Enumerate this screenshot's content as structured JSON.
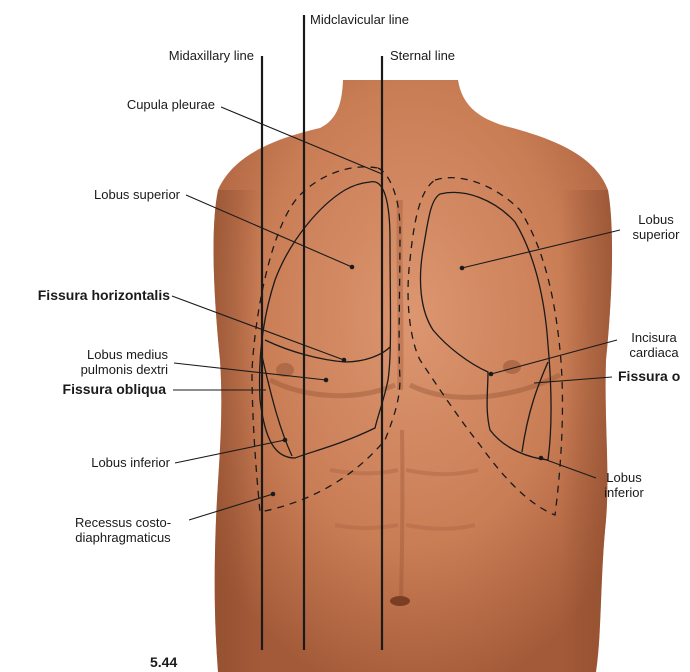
{
  "figure_number": "5.44",
  "reference_lines": {
    "midaxillary": "Midaxillary line",
    "midclavicular": "Midclavicular line",
    "sternal": "Sternal line"
  },
  "labels_left": {
    "cupula_pleurae": "Cupula pleurae",
    "lobus_superior": "Lobus superior",
    "fissura_horizontalis": "Fissura horizontalis",
    "lobus_medius_line1": "Lobus medius",
    "lobus_medius_line2": "pulmonis dextri",
    "fissura_obliqua": "Fissura obliqua",
    "lobus_inferior": "Lobus inferior",
    "recessus_line1": "Recessus costo-",
    "recessus_line2": "diaphragmaticus"
  },
  "labels_right": {
    "lobus_superior_line1": "Lobus",
    "lobus_superior_line2": "superior",
    "incisura_line1": "Incisura",
    "incisura_line2": "cardiaca",
    "fissura_obliqua": "Fissura o",
    "lobus_inferior_line1": "Lobus",
    "lobus_inferior_line2": "inferior"
  },
  "colors": {
    "skin_light": "#d9906a",
    "skin_mid": "#c67a52",
    "skin_dark": "#a85e3c",
    "line": "#1a1a1a"
  }
}
